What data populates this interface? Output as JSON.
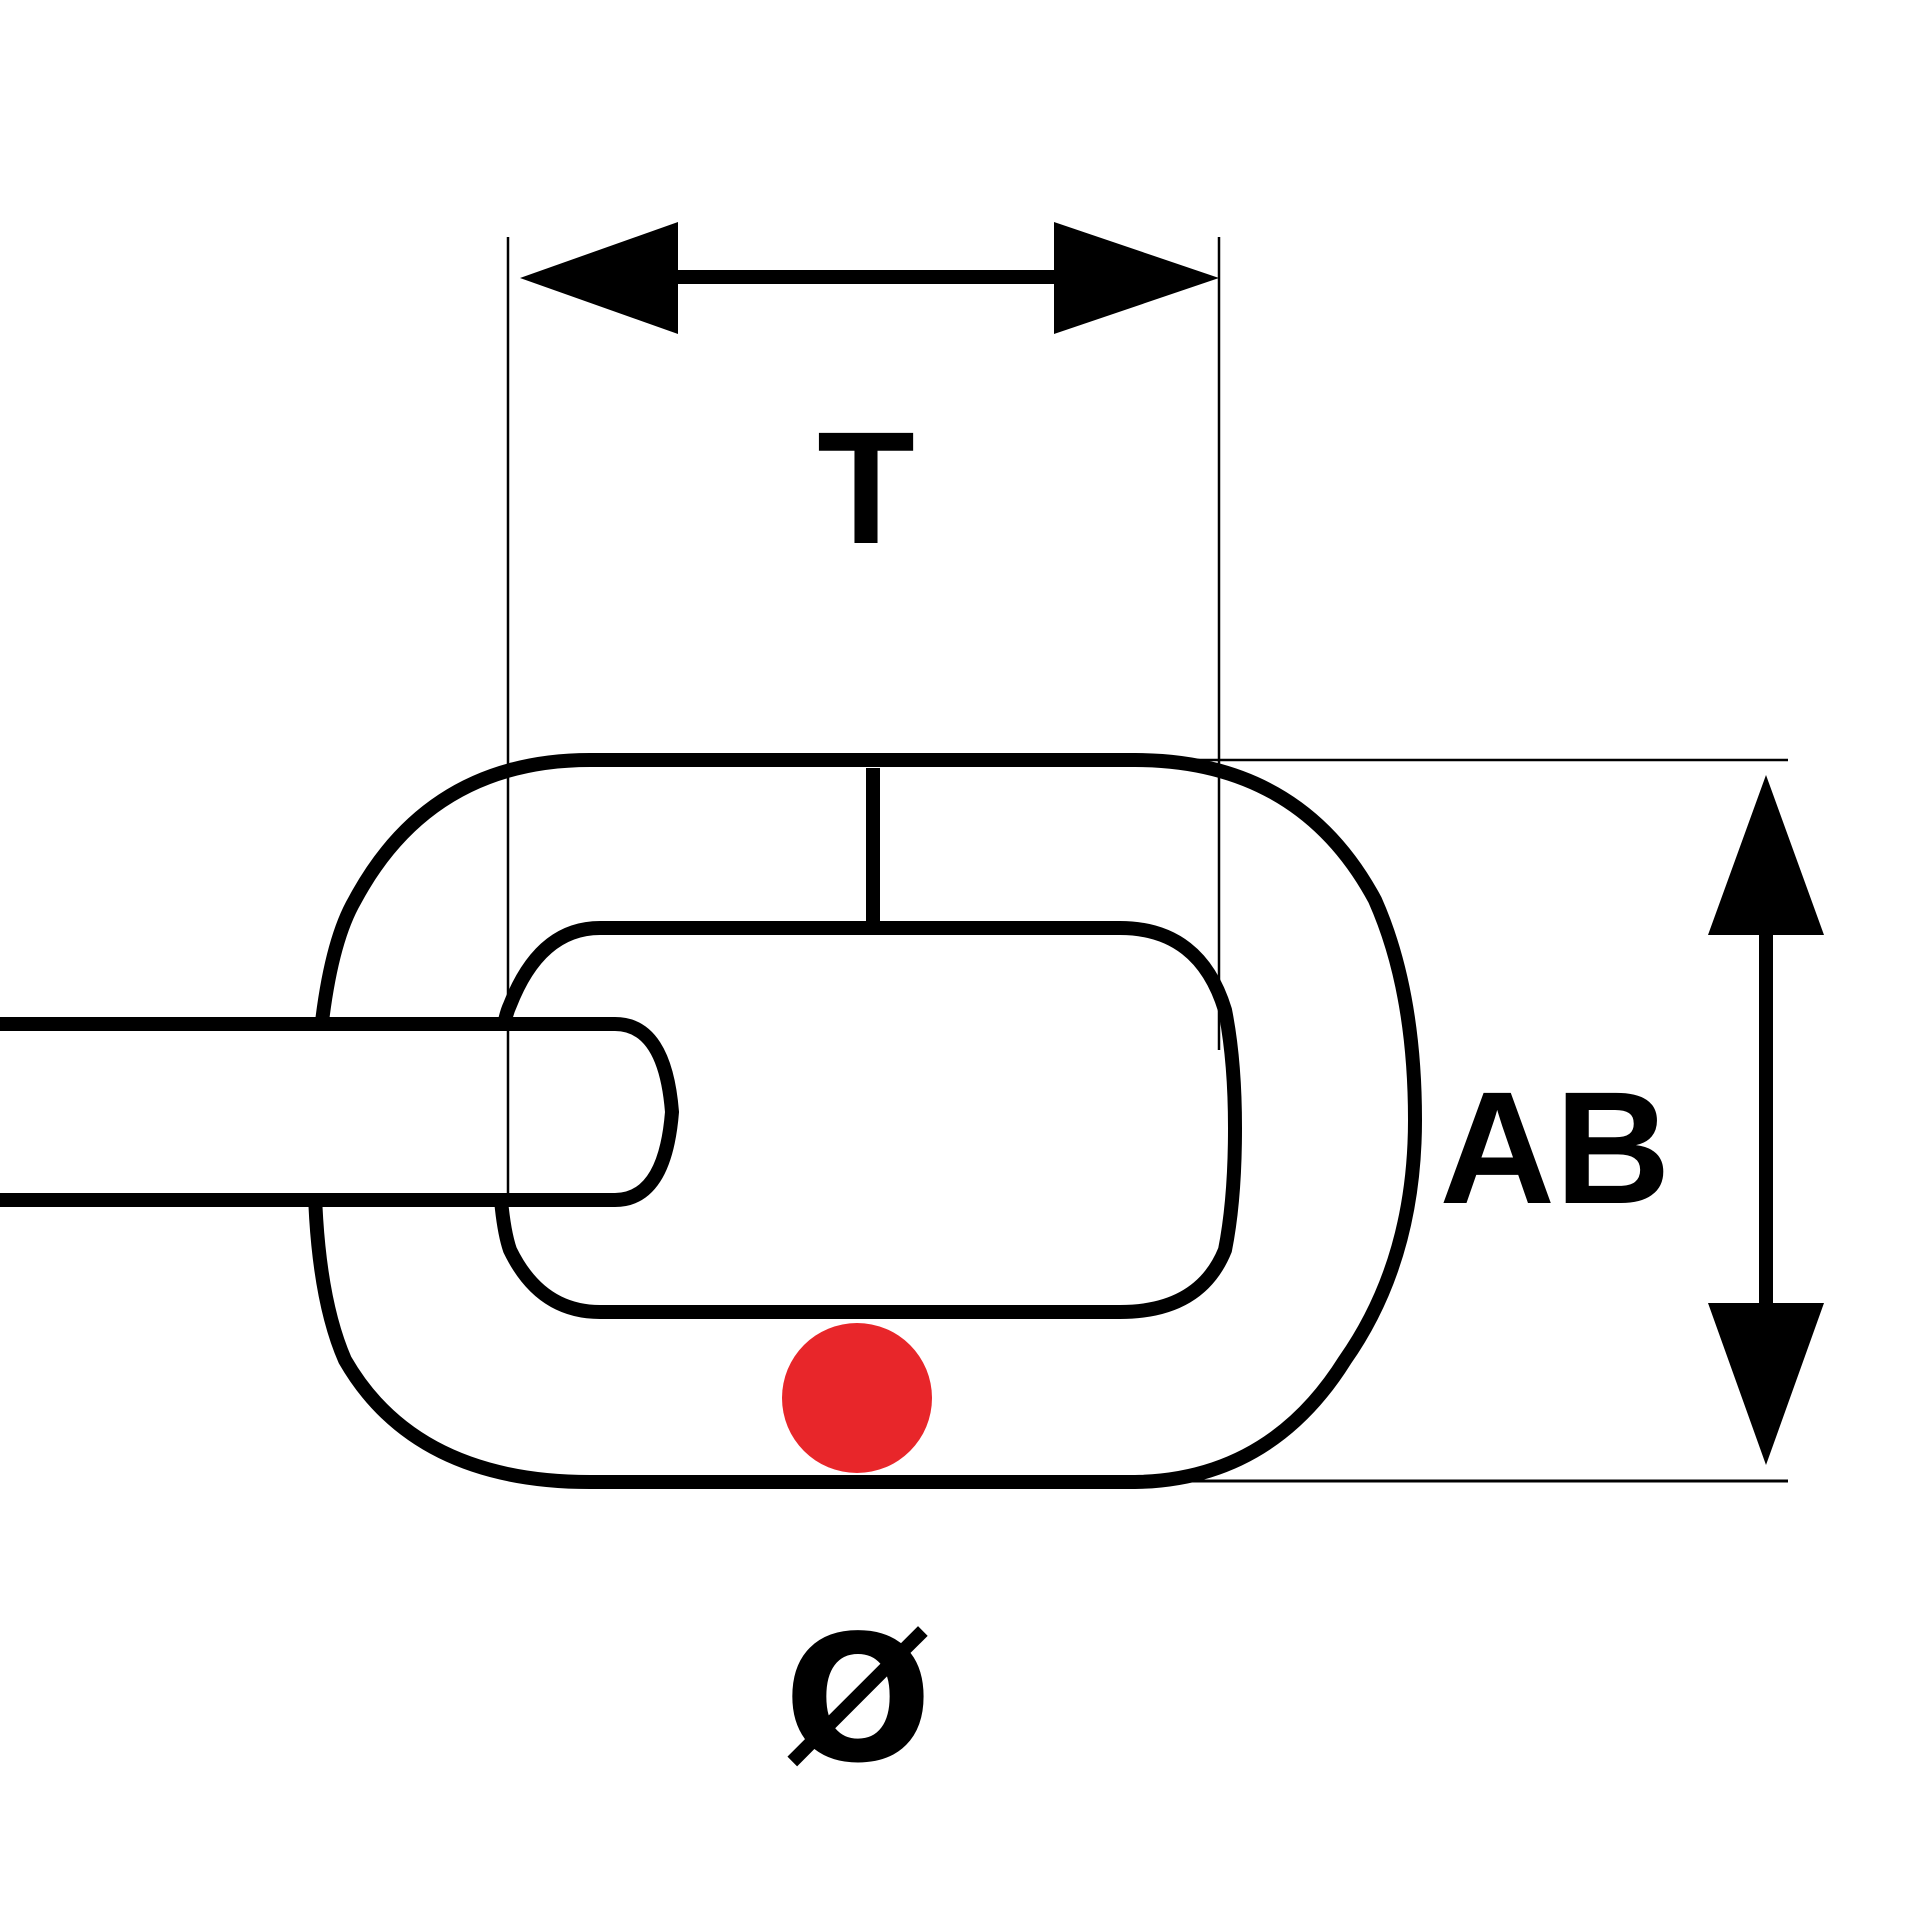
{
  "labels": {
    "pitch": "T",
    "width": "AB",
    "diameter": "Ø"
  },
  "colors": {
    "line": "#000000",
    "background": "#ffffff",
    "wire_marker": "#e8262a"
  }
}
